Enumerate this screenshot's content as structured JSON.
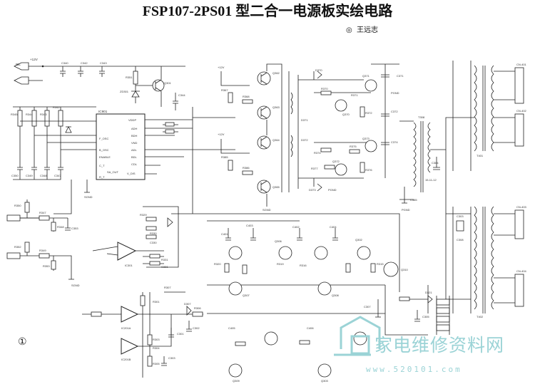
{
  "title": "FSP107-2PS01 型二合一电源板实绘电路",
  "author_mark": "◎",
  "author": "王远志",
  "page_number": "①",
  "watermark": {
    "text": "家电维修资料网",
    "url": "www.520101.com",
    "logo_icon": "house-logo-icon",
    "color": "#9bd3d6"
  },
  "labels": {
    "plus12v": "+12V",
    "plus5v": "+5V",
    "ibl": "IBL",
    "ic_main": "IC901",
    "ic_opamp1": "IC201A",
    "ic_opamp2": "IC201B",
    "ic_opamp3": "IC301",
    "t_main": "T308",
    "t_right1": "T401",
    "t_right2": "T402",
    "pins_mid": "15-11-12",
    "c340": "C340",
    "c342": "C342",
    "c343": "C343",
    "c344": "C344",
    "r345": "R345",
    "r344": "R344",
    "r343": "R343",
    "r342": "R342",
    "c350": "C350",
    "c349": "C349",
    "c348": "C348",
    "c347": "C347",
    "r351": "R351",
    "zd301": "ZD301",
    "q301": "Q301",
    "pin_vddp": "VDDP",
    "pin_adh": "ADH",
    "pin_bdh": "BDH",
    "pin_adl": "ADL",
    "pin_bdl": "BDL",
    "pin_vnd": "VND",
    "pin_cdl": "CDL",
    "pin_vdis": "V_DIS",
    "pin_enable": "ENABLE",
    "pin_ct": "C_T",
    "pin_saout": "SA_OUT",
    "pin_fosc": "F_OSC",
    "pin_bosc": "B_OSC",
    "pin_rt": "R_T",
    "q362": "Q362",
    "q363": "Q363",
    "q364": "Q364",
    "q365": "Q365",
    "r367": "R367",
    "r368": "R368",
    "r385": "R385",
    "r386": "R386",
    "d370": "D370",
    "d371": "D371",
    "d372": "D372",
    "d373": "D373",
    "q370": "Q370",
    "q371": "Q371",
    "q372": "Q372",
    "q373": "Q373",
    "r370": "R370",
    "r371": "R371",
    "r372": "R372",
    "r374": "R374",
    "r375": "R375",
    "r376": "R376",
    "r377": "R377",
    "c371": "C371",
    "c372": "C372",
    "c374": "C374",
    "c384": "C384",
    "c385": "C385",
    "c386": "C386",
    "pgnd": "PGND",
    "sgnd": "SGND",
    "r350": "R350",
    "r352": "R352",
    "r347": "R347",
    "r348": "R348",
    "r349": "R349",
    "r353": "R353",
    "c353": "C353",
    "c354": "C354",
    "r329": "R329",
    "r330": "R330",
    "r331": "R331",
    "r332": "R332",
    "c330": "C330",
    "c331": "C331",
    "q302": "Q302",
    "q303": "Q303",
    "q306": "Q306",
    "q307": "Q307",
    "q308": "Q308",
    "q309": "Q309",
    "q310": "Q310",
    "r315": "R315",
    "r316": "R316",
    "r319": "R319",
    "r320": "R320",
    "c401": "C401",
    "c402": "C402",
    "c403": "C403",
    "c404": "C404",
    "c405": "C405",
    "c406": "C406",
    "r301": "R301",
    "r303": "R303",
    "r304": "R304",
    "r305": "R305",
    "r306": "R306",
    "r307": "R307",
    "c301": "C301",
    "c302": "C302",
    "c303": "C303",
    "c305": "C305",
    "c307": "C307",
    "d307": "D307",
    "d321": "D321",
    "cn401": "CN-401",
    "cn402": "CN-402",
    "cn403": "CN-403",
    "cn404": "CN-404",
    "c303b": "C303",
    "c308": "C308"
  }
}
